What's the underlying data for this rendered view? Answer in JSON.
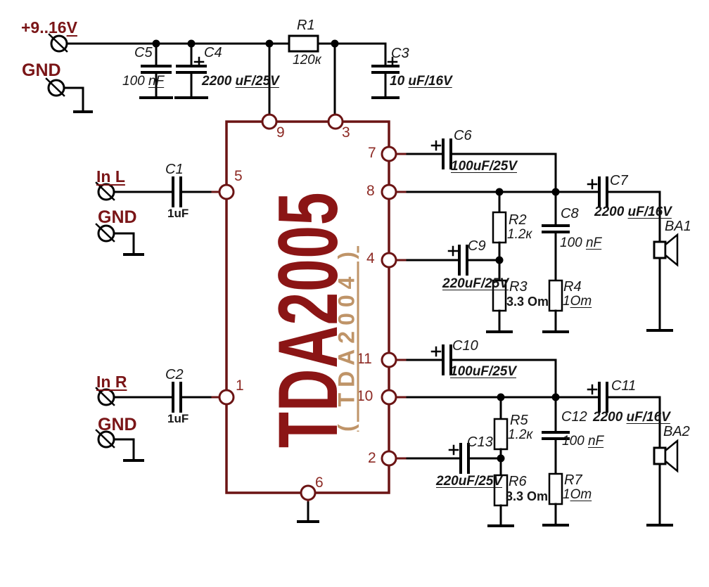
{
  "power": {
    "vcc_v": "+9..16",
    "vcc_u": "V",
    "gnd": "GND"
  },
  "inputs": {
    "in_l": "In L",
    "in_r": "In R",
    "gnd_l": "GND",
    "gnd_r": "GND"
  },
  "ic": {
    "name": "TDA2005",
    "alt": "( TDA2004 )",
    "pins": {
      "p9": "9",
      "p3": "3",
      "p5": "5",
      "p1": "1",
      "p7": "7",
      "p8": "8",
      "p4": "4",
      "p11": "11",
      "p10": "10",
      "p2": "2",
      "p6": "6"
    }
  },
  "components": {
    "c5": {
      "ref": "C5",
      "v": "100 ",
      "u": "nF"
    },
    "c4": {
      "ref": "C4",
      "v": "2200 ",
      "u": "uF/25V"
    },
    "r1": {
      "ref": "R1",
      "v": "120к"
    },
    "c3": {
      "ref": "C3",
      "v": "10 ",
      "u": "uF/16V"
    },
    "c1": {
      "ref": "C1",
      "v": "1uF"
    },
    "c2": {
      "ref": "C2",
      "v": "1uF"
    },
    "c6": {
      "ref": "C6",
      "u": "100uF/25V"
    },
    "c7": {
      "ref": "C7",
      "v": "2200 ",
      "u": "uF/16V"
    },
    "c8": {
      "ref": "C8",
      "v": "100 ",
      "u": "nF"
    },
    "c9": {
      "ref": "C9",
      "u": "220uF/25V"
    },
    "c10": {
      "ref": "C10",
      "u": "100uF/25V"
    },
    "c11": {
      "ref": "C11",
      "v": "2200 ",
      "u": "uF/16V"
    },
    "c12": {
      "ref": "C12",
      "v": "100 ",
      "u": "nF"
    },
    "c13": {
      "ref": "C13",
      "u": "220uF/25V"
    },
    "r2": {
      "ref": "R2",
      "v": "1.2к"
    },
    "r3": {
      "ref": "R3",
      "v": "3.3 Om"
    },
    "r4": {
      "ref": "R4",
      "v": "1",
      "u": "Om"
    },
    "r5": {
      "ref": "R5",
      "v": "1.2к"
    },
    "r6": {
      "ref": "R6",
      "v": "3.3 Om"
    },
    "r7": {
      "ref": "R7",
      "v": "1",
      "u": "Om"
    },
    "ba1": {
      "ref": "BA1"
    },
    "ba2": {
      "ref": "BA2"
    }
  },
  "colors": {
    "wire": "#000000",
    "accent_red": "#7a1517",
    "ic_border": "#6b1414",
    "ic_title": "#8b1515",
    "ic_alt": "#bf9468"
  }
}
